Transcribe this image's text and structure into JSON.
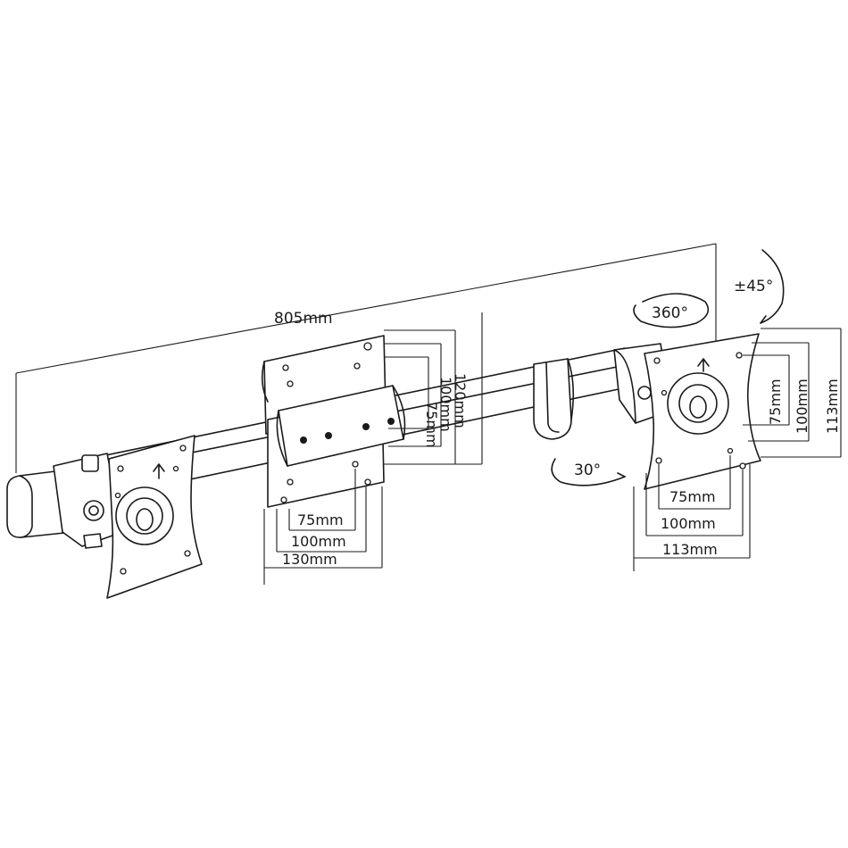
{
  "dimensions": {
    "overall_length": "805mm",
    "rotation": "360°",
    "tilt": "±45°",
    "swivel": "30°",
    "center_plate": {
      "h_75": "75mm",
      "h_100": "100mm",
      "h_130": "130mm",
      "v_75": "75mm",
      "v_100": "100mm",
      "v_120": "120mm"
    },
    "right_plate": {
      "h_75": "75mm",
      "h_100": "100mm",
      "h_113": "113mm",
      "v_75": "75mm",
      "v_100": "100mm",
      "v_113": "113mm"
    }
  }
}
